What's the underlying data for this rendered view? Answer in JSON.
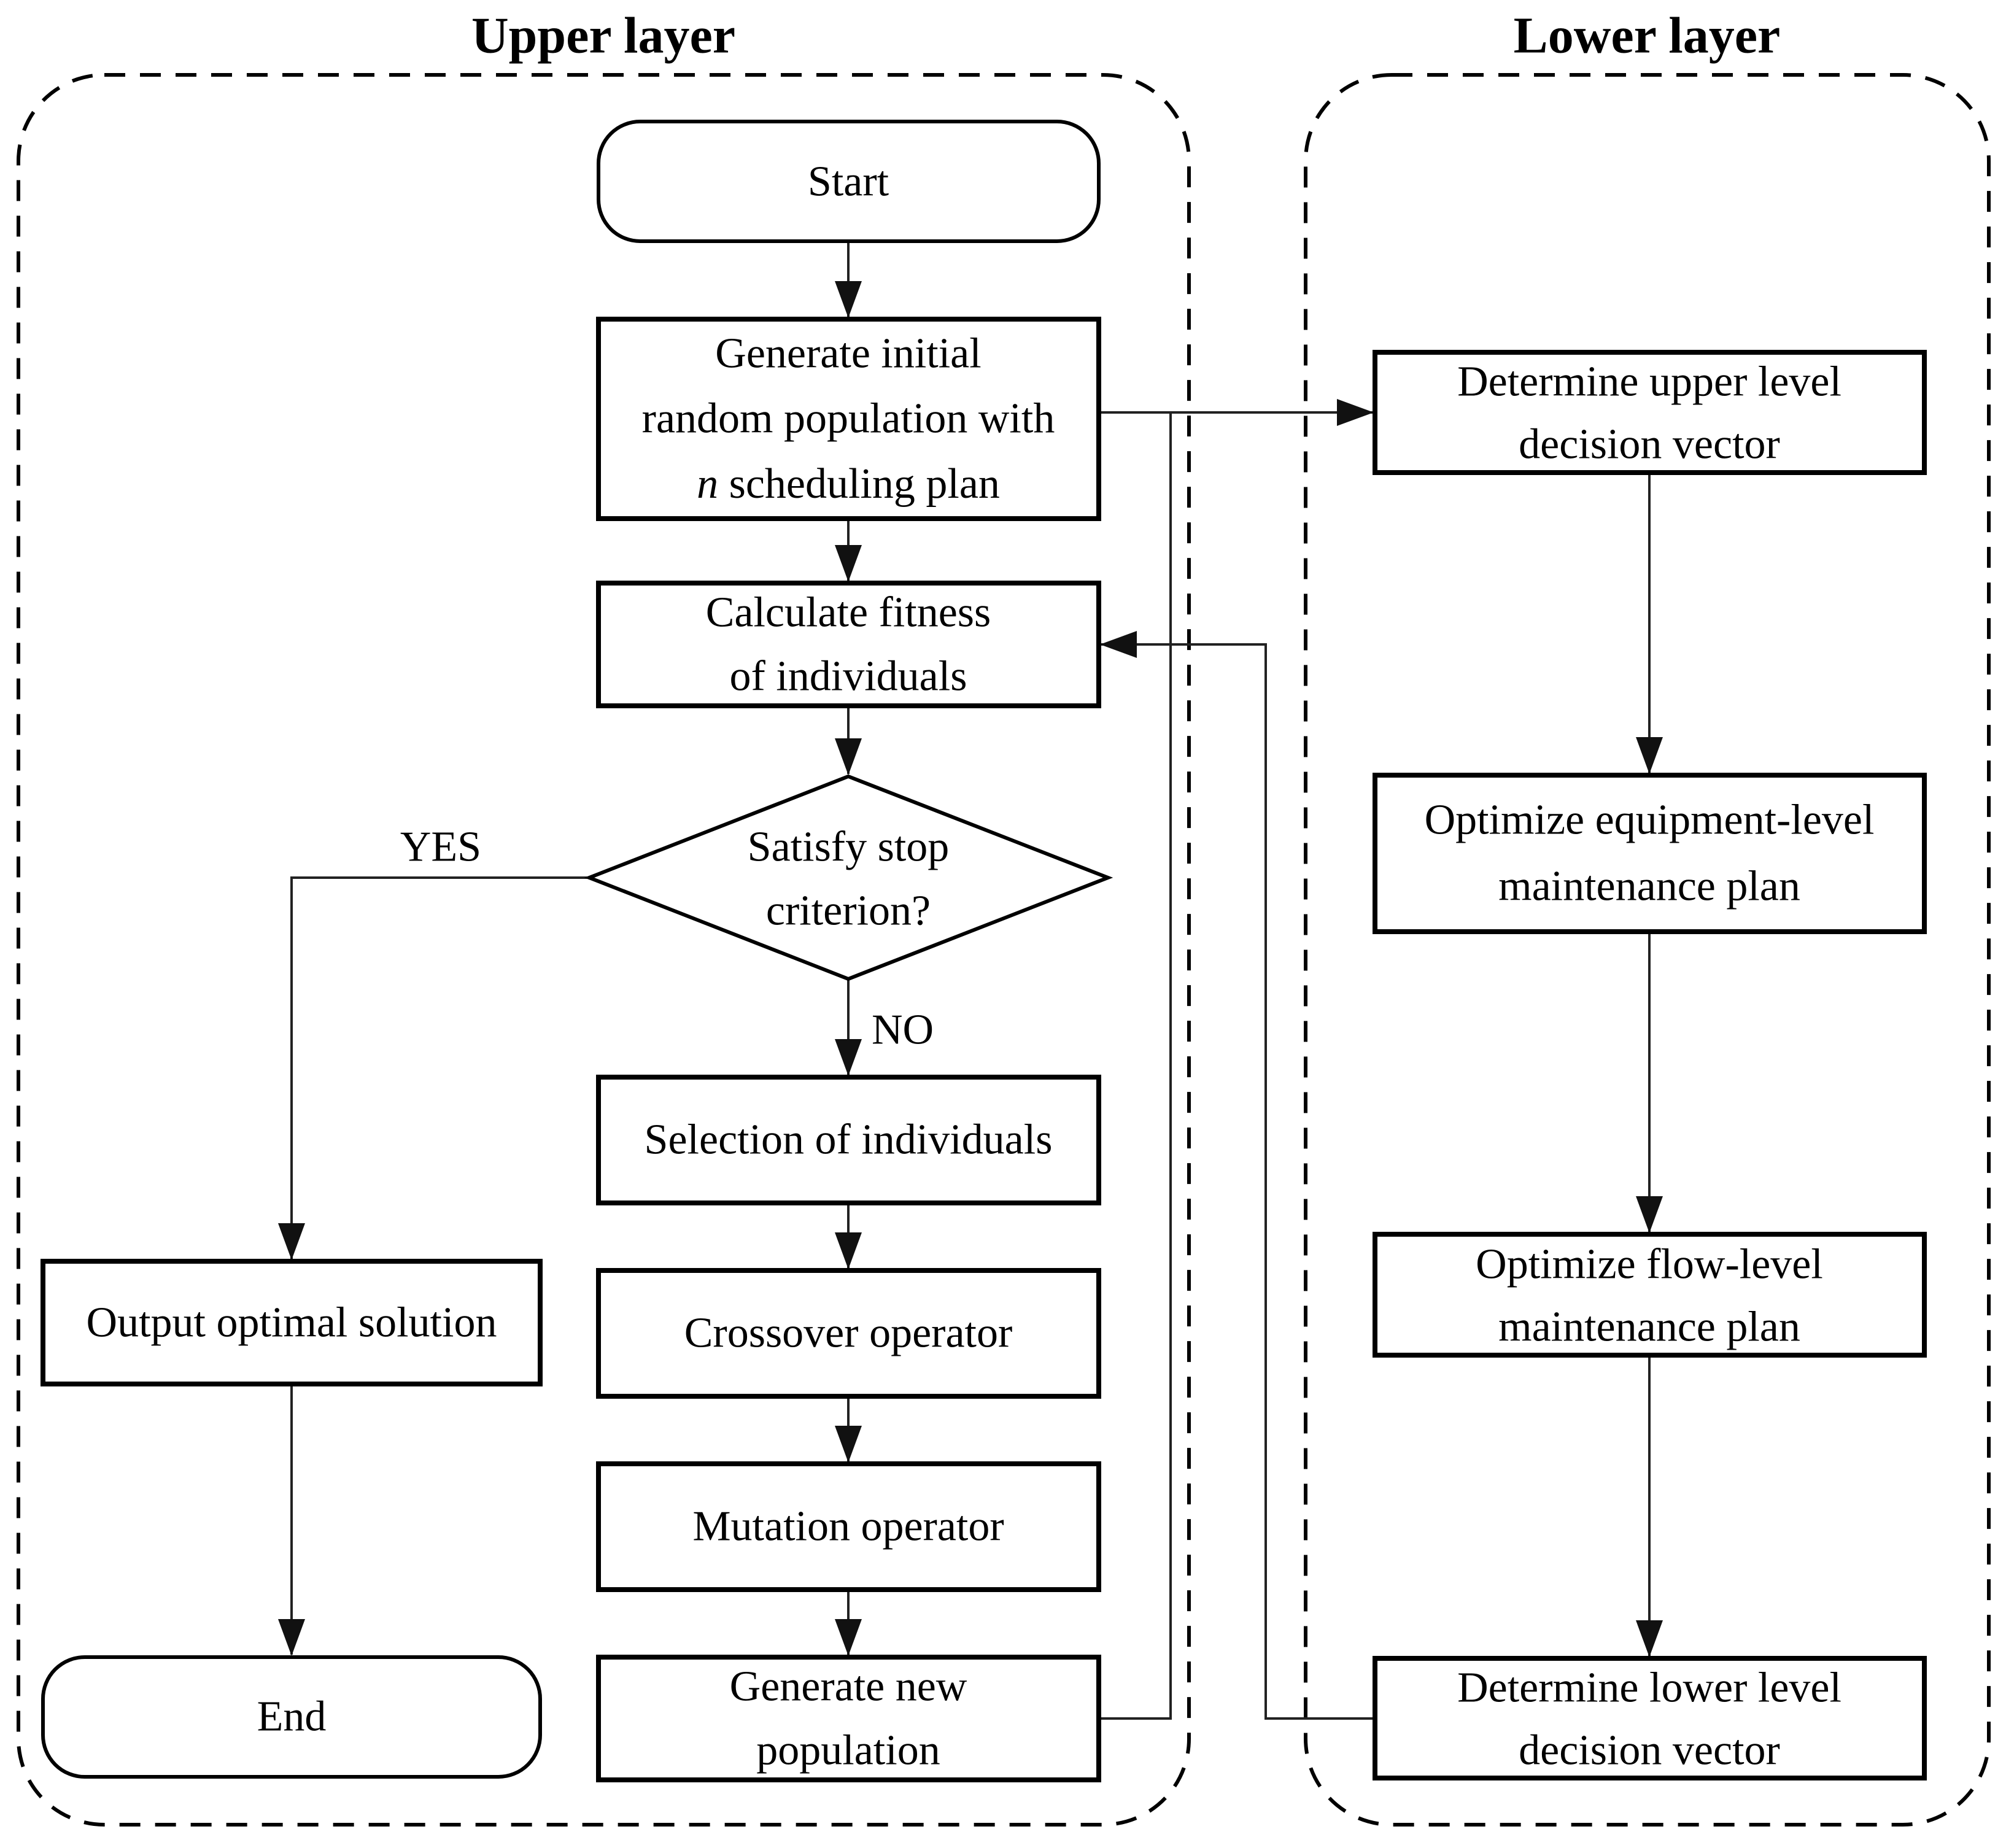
{
  "colors": {
    "ink": "#000000",
    "line": "#222222",
    "background": "#ffffff"
  },
  "regions": {
    "upper": {
      "title": "Upper layer"
    },
    "lower": {
      "title": "Lower layer"
    }
  },
  "labels": {
    "yes": "YES",
    "no": "NO"
  },
  "nodes": {
    "start": {
      "type": "terminator",
      "label": "Start"
    },
    "generate_initial": {
      "type": "process",
      "line1": "Generate initial",
      "line2": "random population with",
      "line3_italic": "n",
      "line3_rest": " scheduling plan"
    },
    "calculate_fitness": {
      "type": "process",
      "line1": "Calculate fitness",
      "line2": "of individuals"
    },
    "stop_criterion": {
      "type": "decision",
      "line1": "Satisfy stop",
      "line2": "criterion?"
    },
    "selection": {
      "type": "process",
      "label": "Selection of individuals"
    },
    "crossover": {
      "type": "process",
      "label": "Crossover operator"
    },
    "mutation": {
      "type": "process",
      "label": "Mutation operator"
    },
    "generate_new_population": {
      "type": "process",
      "line1": "Generate new",
      "line2": "population"
    },
    "output_optimal": {
      "type": "process",
      "label": "Output optimal solution"
    },
    "end": {
      "type": "terminator",
      "label": "End"
    },
    "determine_upper": {
      "type": "process",
      "line1": "Determine upper level",
      "line2": "decision vector"
    },
    "optimize_equipment": {
      "type": "process",
      "line1": "Optimize equipment-level",
      "line2": "maintenance plan"
    },
    "optimize_flow": {
      "type": "process",
      "line1": "Optimize flow-level",
      "line2": "maintenance plan"
    },
    "determine_lower": {
      "type": "process",
      "line1": "Determine lower level",
      "line2": "decision vector"
    }
  }
}
